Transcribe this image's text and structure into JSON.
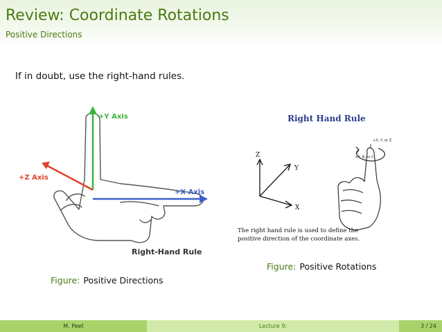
{
  "slide": {
    "title": "Review: Coordinate Rotations",
    "subtitle": "Positive Directions",
    "body": "If in doubt, use the right-hand rules."
  },
  "figure_left": {
    "y_axis_label": "+Y Axis",
    "x_axis_label": "+X Axis",
    "z_axis_label": "+Z Axis",
    "hand_label": "Right-Hand Rule",
    "caption_prefix": "Figure:",
    "caption": "Positive Directions"
  },
  "figure_right": {
    "heading": "Right Hand Rule",
    "axis_z": "Z",
    "axis_y": "Y",
    "axis_x": "X",
    "rot_label_1": "+X, Y, or Z",
    "rot_label_2": "+A, B, or C",
    "desc_line1": "The right hand rule is used to define the",
    "desc_line2": "positive direction of the coordinate axes.",
    "caption_prefix": "Figure:",
    "caption": "Positive Rotations"
  },
  "footer": {
    "author": "M. Peet",
    "lecture": "Lecture 9:",
    "page": "3 / 24"
  },
  "colors": {
    "theme_green": "#4a7a12",
    "y_axis": "#3cb43c",
    "x_axis": "#3b5fc8",
    "z_axis": "#e0402c"
  }
}
